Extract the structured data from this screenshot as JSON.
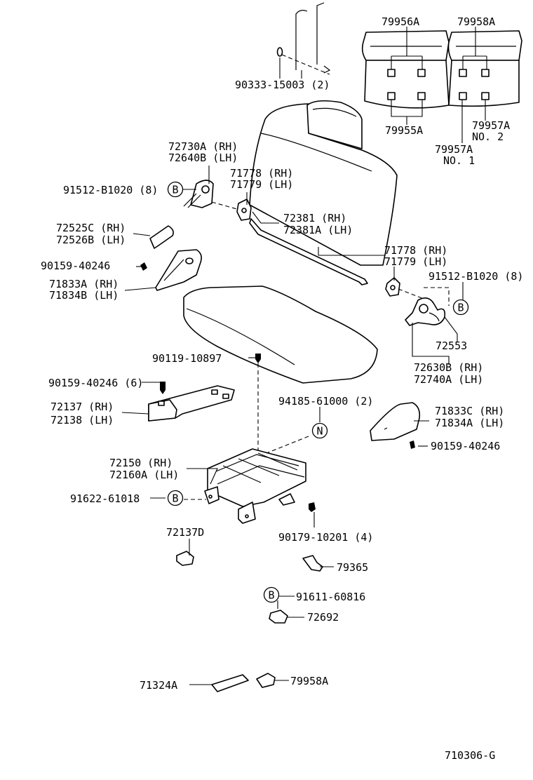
{
  "diagram_id": "710306-G",
  "callout_letters": {
    "b": "B",
    "n": "N"
  },
  "labels": {
    "p79956A": "79956A",
    "p79958A_top": "79958A",
    "p90333": "90333-15003 (2)",
    "p79955A": "79955A",
    "p79957A_2": "79957A",
    "no2": "NO. 2",
    "p79957A_1": "79957A",
    "no1": "NO. 1",
    "p72730A": "72730A (RH)",
    "p72640B": "72640B (LH)",
    "p71778_top": "71778 (RH)",
    "p71779_top": "71779 (LH)",
    "p91512_left": "91512-B1020 (8)",
    "p72381": "72381  (RH)",
    "p72381A": "72381A (LH)",
    "p72525C": "72525C (RH)",
    "p72526B": "72526B (LH)",
    "p71778_right": "71778 (RH)",
    "p71779_right": "71779 (LH)",
    "p90159_40246_a": "90159-40246",
    "p91512_right": "91512-B1020 (8)",
    "p71833A": "71833A (RH)",
    "p71834B": "71834B (LH)",
    "p72553": "72553",
    "p90119": "90119-10897",
    "p72630B": "72630B (RH)",
    "p72740A": "72740A (LH)",
    "p90159_40246_6": "90159-40246 (6)",
    "p94185": "94185-61000 (2)",
    "p72137": "72137 (RH)",
    "p72138": "72138 (LH)",
    "p71833C": "71833C (RH)",
    "p71834A": "71834A (LH)",
    "p90159_40246_c": "90159-40246",
    "p72150": "72150  (RH)",
    "p72160A": "72160A (LH)",
    "p91622": "91622-61018",
    "p72137D": "72137D",
    "p90179": "90179-10201 (4)",
    "p79365": "79365",
    "p91611": "91611-60816",
    "p72692": "72692",
    "p71324A": "71324A",
    "p79958A_bottom": "79958A"
  }
}
